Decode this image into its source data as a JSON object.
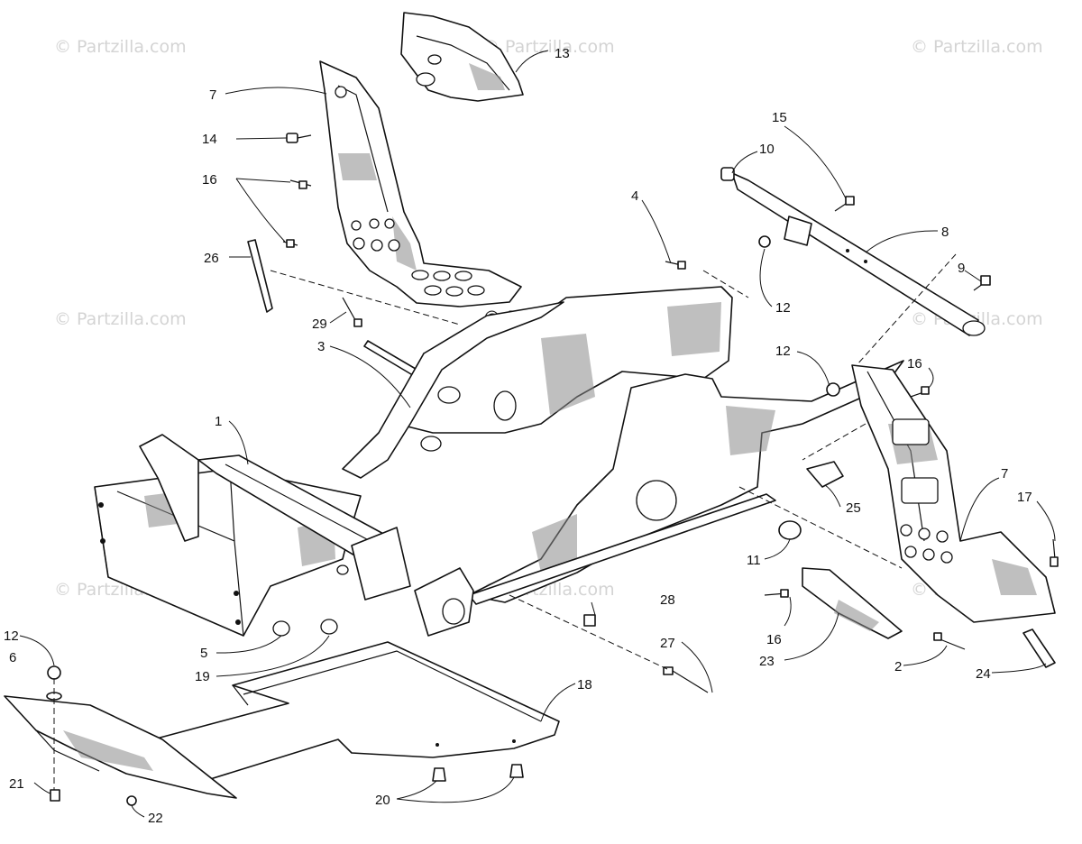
{
  "watermarks": [
    "© Partzilla.com",
    "© Partzilla.com",
    "© Partzilla.com",
    "© Partzilla.com",
    "© Partzilla.com",
    "© Partzilla.com",
    "© Partzilla.com",
    "© Partzilla.com",
    "© Partzilla.com"
  ],
  "callouts": [
    "13",
    "7",
    "14",
    "16",
    "26",
    "29",
    "3",
    "1",
    "4",
    "15",
    "10",
    "8",
    "9",
    "12",
    "12",
    "16",
    "25",
    "7",
    "17",
    "11",
    "28",
    "27",
    "16",
    "23",
    "2",
    "24",
    "18",
    "12",
    "6",
    "5",
    "19",
    "21",
    "22",
    "20"
  ]
}
